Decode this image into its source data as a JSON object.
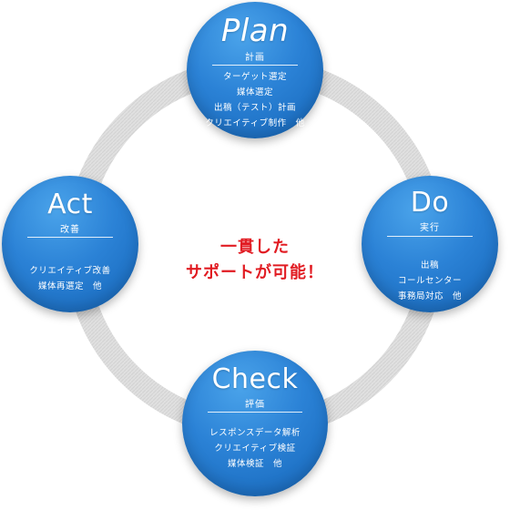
{
  "center": {
    "line1": "一貫した",
    "line2": "サポートが可能！"
  },
  "nodes": {
    "plan": {
      "title": "Plan",
      "sub": "計画",
      "items": [
        "ターゲット選定",
        "媒体選定",
        "出稿（テスト）計画",
        "クリエイティブ制作　他"
      ]
    },
    "do": {
      "title": "Do",
      "sub": "実行",
      "items": [
        "出稿",
        "コールセンター",
        "事務局対応　他"
      ]
    },
    "check": {
      "title": "Check",
      "sub": "評価",
      "items": [
        "レスポンスデータ解析",
        "クリエイティブ検証",
        "媒体検証　他"
      ]
    },
    "act": {
      "title": "Act",
      "sub": "改善",
      "items": [
        "クリエイティブ改善",
        "媒体再選定　他"
      ]
    }
  },
  "colors": {
    "node_blue": "#2b82d6",
    "ring_gray": "#dcdcdc",
    "center_red": "#e11b22"
  }
}
